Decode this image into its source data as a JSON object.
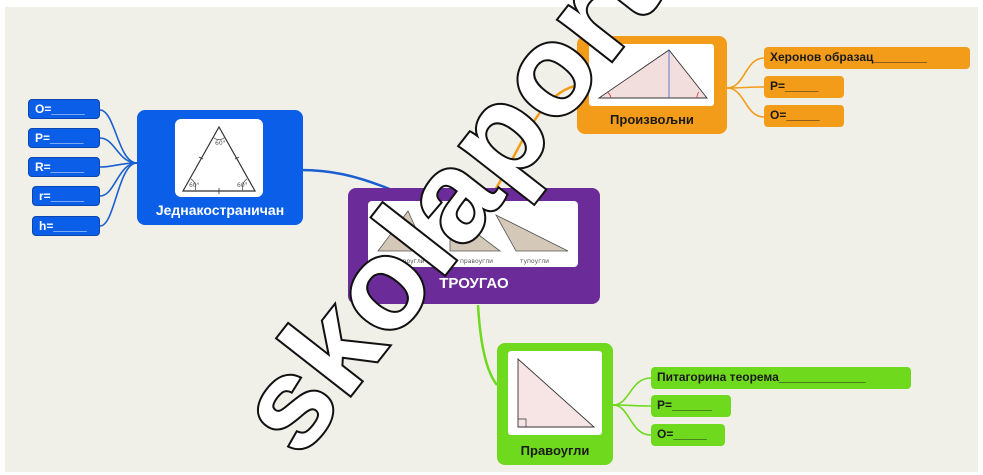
{
  "central": {
    "title": "ТРОУГАО",
    "sub_labels": [
      "оштроугли",
      "правоугли",
      "тупоугли"
    ]
  },
  "equilateral": {
    "title": "Једнакостраничан",
    "angles": [
      "60°",
      "60°",
      "60°"
    ],
    "items": [
      "O=_____",
      "P=_____",
      "R=_____",
      "r=_____",
      "h=_____"
    ]
  },
  "arbitrary": {
    "title": "Произвољни",
    "items": [
      "Херонов образац________",
      "P=_____",
      "O=_____"
    ]
  },
  "right": {
    "title": "Правоугли",
    "items": [
      "Питагорина теорема_____________",
      "P=______",
      "O=_____"
    ]
  },
  "colors": {
    "blue": "#0a5ee8",
    "purple": "#6b2b99",
    "orange": "#f39c1a",
    "green": "#6fd91e",
    "background": "#f1f0e8"
  },
  "watermark": {
    "text": "skolaportal"
  }
}
